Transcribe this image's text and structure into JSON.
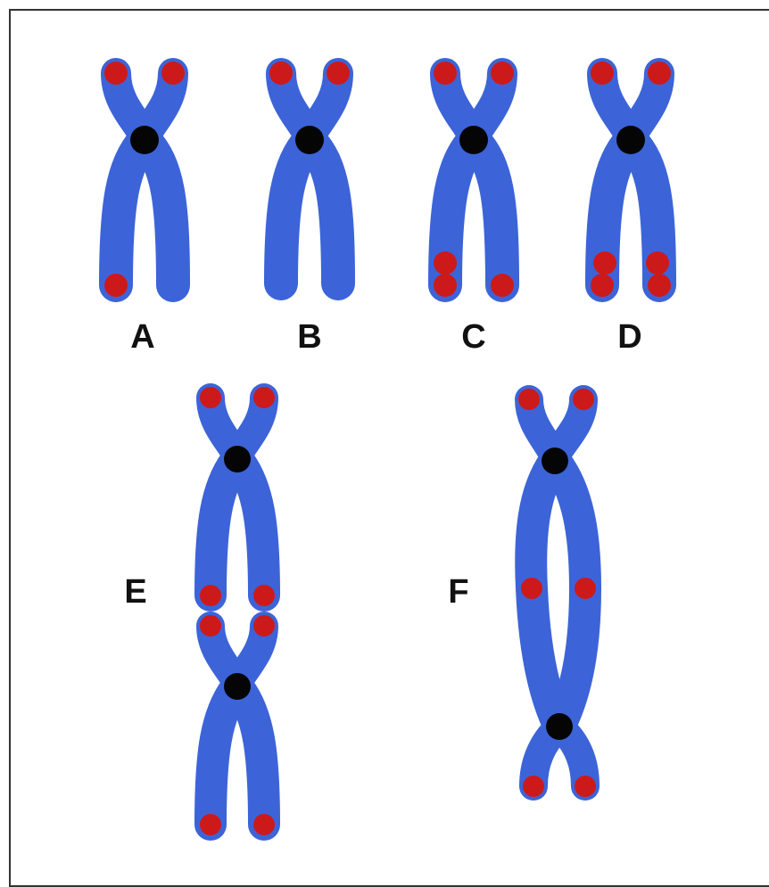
{
  "colors": {
    "chromatid": "#3c64d8",
    "telomere": "#cc1a1a",
    "centromere": "#050505",
    "frame": "#333333"
  },
  "chromosomes": [
    {
      "id": "A",
      "label": "A",
      "description_hidden": false
    },
    {
      "id": "B",
      "label": "B"
    },
    {
      "id": "C",
      "label": "C"
    },
    {
      "id": "D",
      "label": "D"
    },
    {
      "id": "E",
      "label": "E"
    },
    {
      "id": "F",
      "label": "F"
    }
  ]
}
